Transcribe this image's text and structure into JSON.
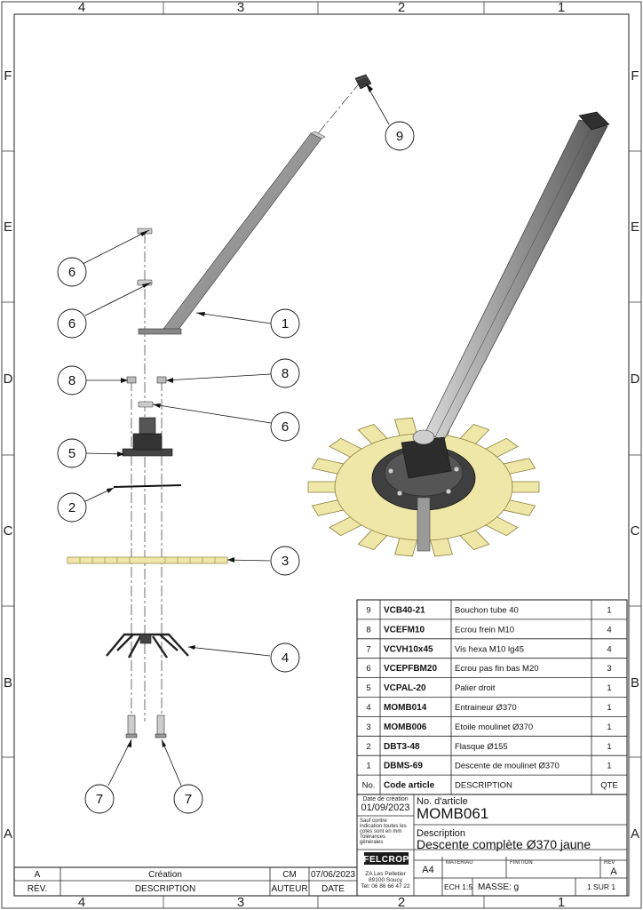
{
  "zones": {
    "columns": [
      "4",
      "3",
      "2",
      "1"
    ],
    "rows": [
      "F",
      "E",
      "D",
      "C",
      "B",
      "A"
    ]
  },
  "balloons": [
    "9",
    "6",
    "6",
    "1",
    "8",
    "8",
    "6",
    "5",
    "2",
    "3",
    "4",
    "7",
    "7"
  ],
  "bom": {
    "rows": [
      {
        "no": "9",
        "code": "VCB40-21",
        "desc": "Bouchon tube 40",
        "qty": "1"
      },
      {
        "no": "8",
        "code": "VCEFM10",
        "desc": "Ecrou frein M10",
        "qty": "4"
      },
      {
        "no": "7",
        "code": "VCVH10x45",
        "desc": "Vis hexa M10 lg45",
        "qty": "4"
      },
      {
        "no": "6",
        "code": "VCEPFBM20",
        "desc": "Ecrou pas fin bas M20",
        "qty": "3"
      },
      {
        "no": "5",
        "code": "VCPAL-20",
        "desc": "Palier droit",
        "qty": "1"
      },
      {
        "no": "4",
        "code": "MOMB014",
        "desc": "Entraineur Ø370",
        "qty": "1"
      },
      {
        "no": "3",
        "code": "MOMB006",
        "desc": "Etoile moulinet Ø370",
        "qty": "1"
      },
      {
        "no": "2",
        "code": "DBT3-48",
        "desc": "Flasque Ø155",
        "qty": "1"
      },
      {
        "no": "1",
        "code": "DBMS-69",
        "desc": "Descente de moulinet Ø370",
        "qty": "1"
      }
    ],
    "header": {
      "no": "No.",
      "code": "Code article",
      "desc": "DESCRIPTION",
      "qty": "QTE"
    }
  },
  "title_block": {
    "creation_label": "Date de création",
    "creation_date": "01/09/2023",
    "article_label": "No. d'article",
    "article_no": "MOMB061",
    "tolerance_lines": [
      "Sauf contre",
      "indication toutes les",
      "cotes sont en mm",
      "Tolérances",
      "générales"
    ],
    "description_label": "Description",
    "description": "Descente complète Ø370 jaune",
    "company_logo": "FELCROP",
    "address_lines": [
      "ZA Les Pelletier",
      "89100 Soucy",
      "Tel: 06 86 66 47 22"
    ],
    "format": "A4",
    "material_label": "MATERIAU",
    "finish_label": "FINITION",
    "rev_label": "REV",
    "rev": "A",
    "scale": "ECH 1:5",
    "mass": "MASSE: g",
    "sheet": "1 SUR 1"
  },
  "revision": {
    "rev": "A",
    "description": "Création",
    "author": "CM",
    "date": "07/06/2023",
    "headers": {
      "rev": "RÉV.",
      "description": "DESCRIPTION",
      "author": "AUTEUR",
      "date": "DATE"
    }
  },
  "colors": {
    "yellow": "#efe7a8",
    "yellow_edge": "#8a7f3a",
    "steel": "#8f8f8f",
    "dark": "#3a3a3a"
  }
}
